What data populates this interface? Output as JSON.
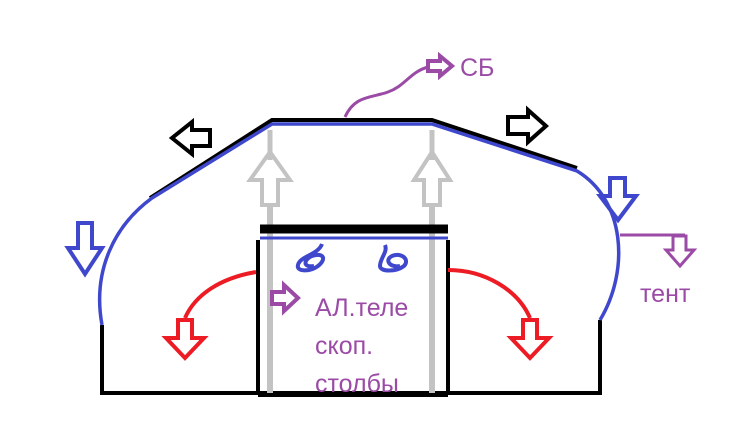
{
  "labels": {
    "sb": "СБ",
    "tent": "тент",
    "poles_line1": "АЛ.теле",
    "poles_line2": "скоп.",
    "poles_line3": "столбы"
  },
  "colors": {
    "structure": "#000000",
    "tent": "#3f48cc",
    "poles": "#c3c3c3",
    "airflow": "#ed1c24",
    "annotation": "#9b4ba6"
  }
}
